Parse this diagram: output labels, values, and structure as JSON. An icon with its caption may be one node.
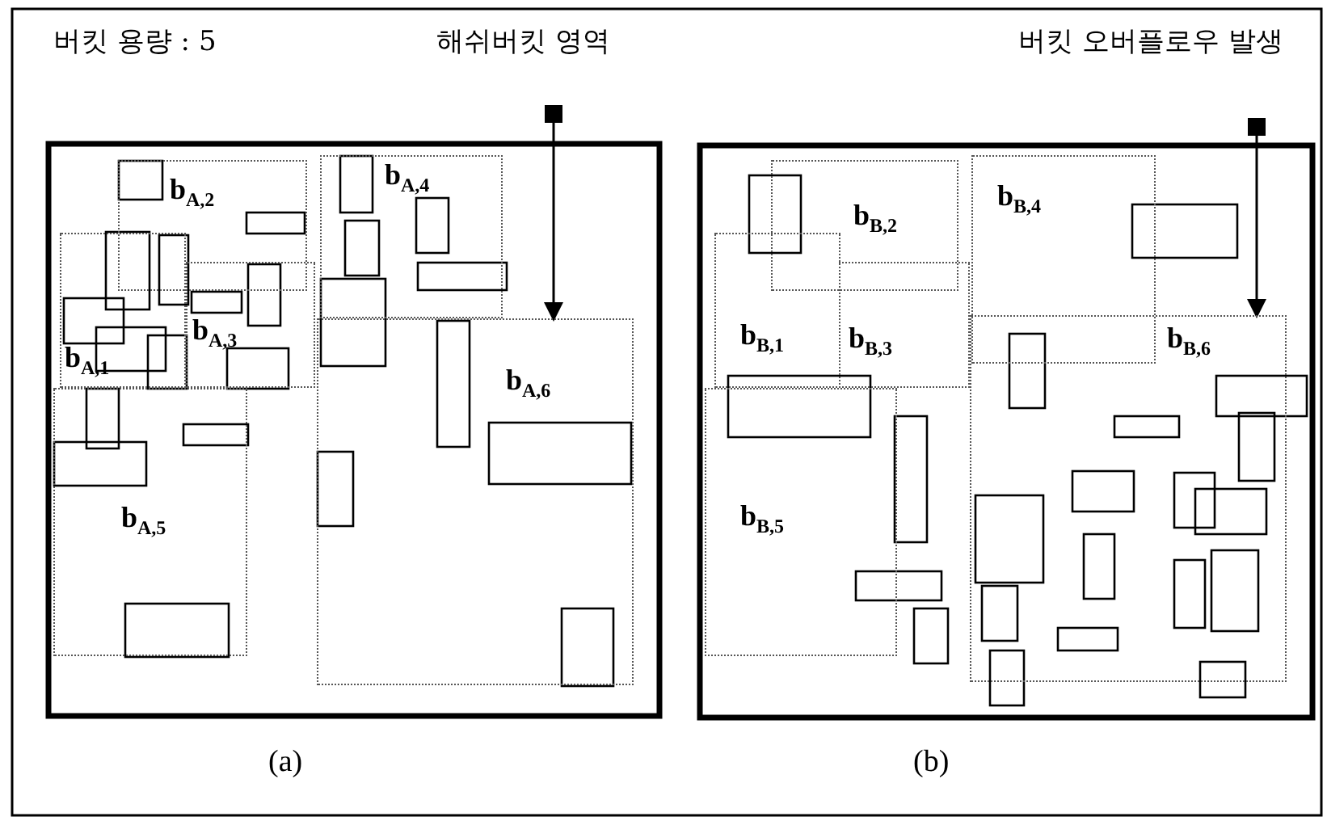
{
  "diagram": {
    "nodes": [
      {
        "text": [
          "b$_{A,1}$"
        ]
      },
      {
        "text": [
          "b$_{A,2}$"
        ]
      },
      {
        "text": [
          "b$_{A,3}$"
        ]
      },
      {
        "text": [
          "b$_{A,4}$"
        ]
      },
      {
        "text": [
          "b$_{A,5}$"
        ]
      },
      {
        "text": [
          "b$_{A,6}$"
        ]
      },
      {
        "text": [
          "b$_{B,1}$"
        ]
      },
      {
        "text": [
          "b$_{B,2}$"
        ]
      },
      {
        "text": [
          "b$_{B,3}$"
        ]
      },
      {
        "text": [
          "b$_{B,4}$"
        ]
      },
      {
        "text": [
          "b$_{B,5}$"
        ]
      },
      {
        "text": [
          "b$_{B,6}$"
        ]
      },
      {
        "text": [],
        "shape": "box"
      },
      {
        "text": [],
        "shape": "box"
      }
    ],
    "edges": [
      {
        "from": 12,
        "to": 5,
        "arrow": "to"
      },
      {
        "from": 13,
        "to": 11,
        "arrow": "to"
      }
    ],
    "labels": [
      "버킷 용량 : 5",
      "해쉬버킷 영역",
      "버킷 오버플로우 발생",
      "(a)",
      "(b)"
    ]
  }
}
